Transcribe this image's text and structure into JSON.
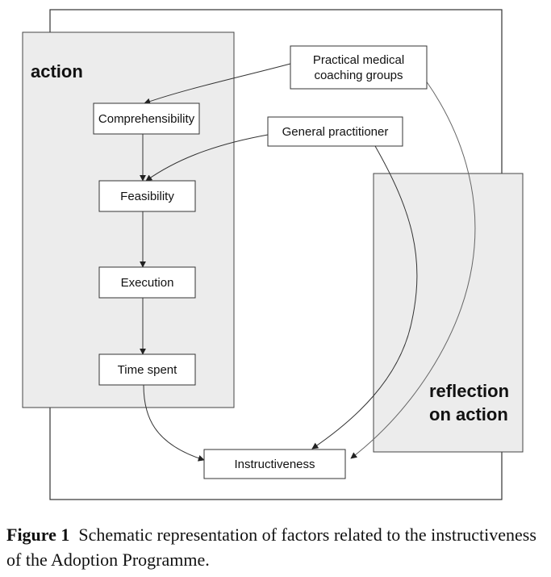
{
  "regions": {
    "action": {
      "label": "action"
    },
    "reflection": {
      "label_line1": "reflection",
      "label_line2": "on action"
    }
  },
  "nodes": {
    "comprehensibility": "Comprehensibility",
    "feasibility": "Feasibility",
    "execution": "Execution",
    "time_spent": "Time spent",
    "instructiveness": "Instructiveness",
    "practical_line1": "Practical medical",
    "practical_line2": "coaching groups",
    "general_practitioner": "General practitioner"
  },
  "caption": {
    "label": "Figure 1",
    "text": "Schematic representation of factors related to the instructiveness of the Adoption Programme."
  }
}
